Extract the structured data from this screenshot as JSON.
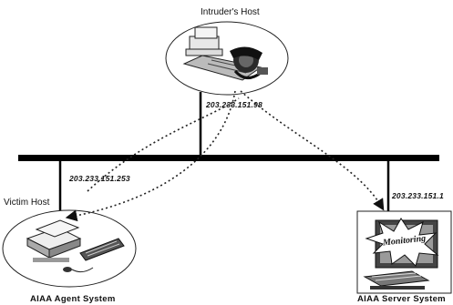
{
  "intruder": {
    "title": "Intruder's Host",
    "ip": "203.233.151.98"
  },
  "victim": {
    "title": "Victim Host",
    "ip": "203.233.151.253",
    "system": "AIAA Agent System"
  },
  "server": {
    "ip": "203.233.151.1",
    "system": "AIAA Server System",
    "screen_text": "Monitoring"
  },
  "colors": {
    "ink": "#111111",
    "network_bus": "#000000",
    "screen_burst": "#ffffff"
  }
}
